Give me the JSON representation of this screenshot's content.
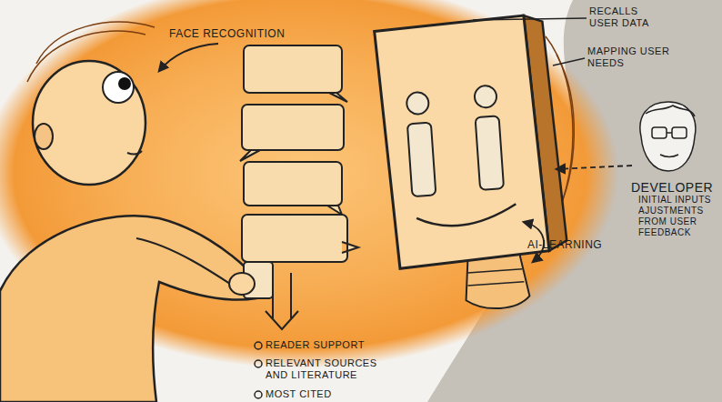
{
  "diagram": {
    "labels": [
      "FACE RECOGNITION",
      "RECALLS USER DATA",
      "MAPPING USER NEEDS",
      "DEVELOPER",
      "INITIAL INPUTS AJUSTMENTS FROM USER FEEDBACK",
      "AI-LEARNING",
      "READER SUPPORT",
      "RELEVANT SOURCES AND LITERATURE",
      "MOST CITED"
    ]
  }
}
